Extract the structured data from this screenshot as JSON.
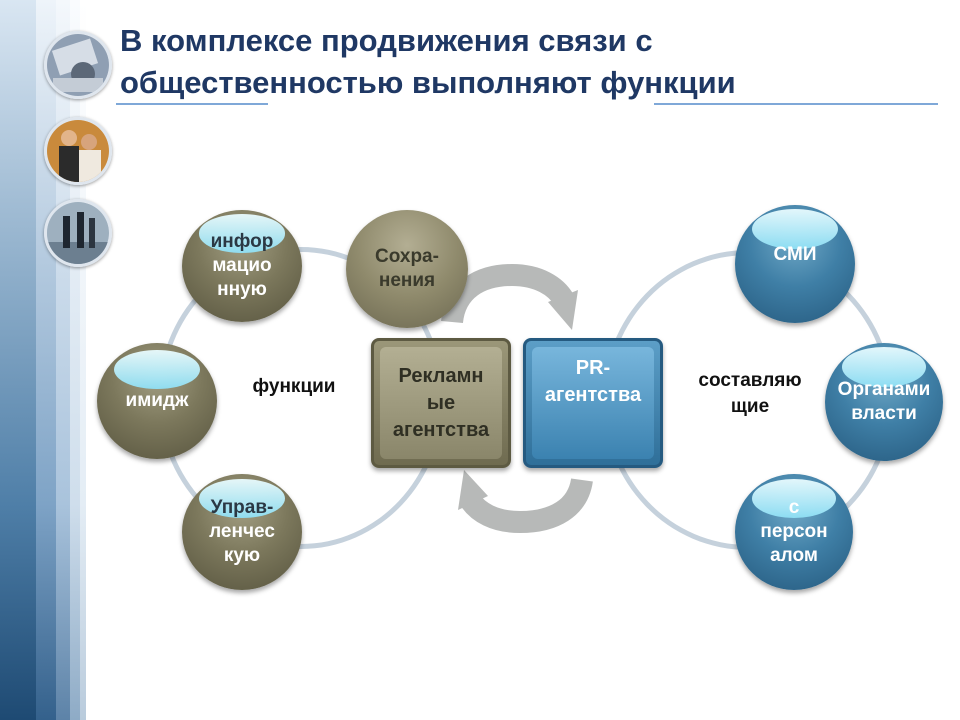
{
  "title": {
    "line1": "В комплексе продвижения связи с",
    "line2": "общественностью выполняют функции"
  },
  "left_group": {
    "center_label": "функции",
    "bubbles": [
      {
        "id": "info",
        "lines": [
          "инфор",
          "мацио",
          "нную"
        ]
      },
      {
        "id": "save",
        "lines": [
          "Сохра-",
          "нения"
        ]
      },
      {
        "id": "image",
        "lines": [
          "имидж"
        ]
      },
      {
        "id": "manage",
        "lines": [
          "Управ-",
          "ленчес",
          "кую"
        ]
      }
    ]
  },
  "right_group": {
    "center_label": [
      "составляю",
      "щие"
    ],
    "bubbles": [
      {
        "id": "smi",
        "lines": [
          "СМИ"
        ]
      },
      {
        "id": "gov",
        "lines": [
          "Органами",
          "власти"
        ]
      },
      {
        "id": "staff",
        "lines": [
          "с",
          "персон",
          "алом"
        ]
      }
    ]
  },
  "center_boxes": {
    "advertising": {
      "lines": [
        "Рекламн",
        "ые",
        "агентства"
      ]
    },
    "pr": {
      "lines": [
        "PR-",
        "агентства"
      ]
    }
  },
  "colors": {
    "title": "#1f3864",
    "olive": "#7c785c",
    "blue": "#3f7fa6",
    "ring": "#c5d1dc",
    "arrow": "#b7b9b8"
  },
  "icons": [
    "sync-arrow-top-icon",
    "sync-arrow-bottom-icon"
  ]
}
